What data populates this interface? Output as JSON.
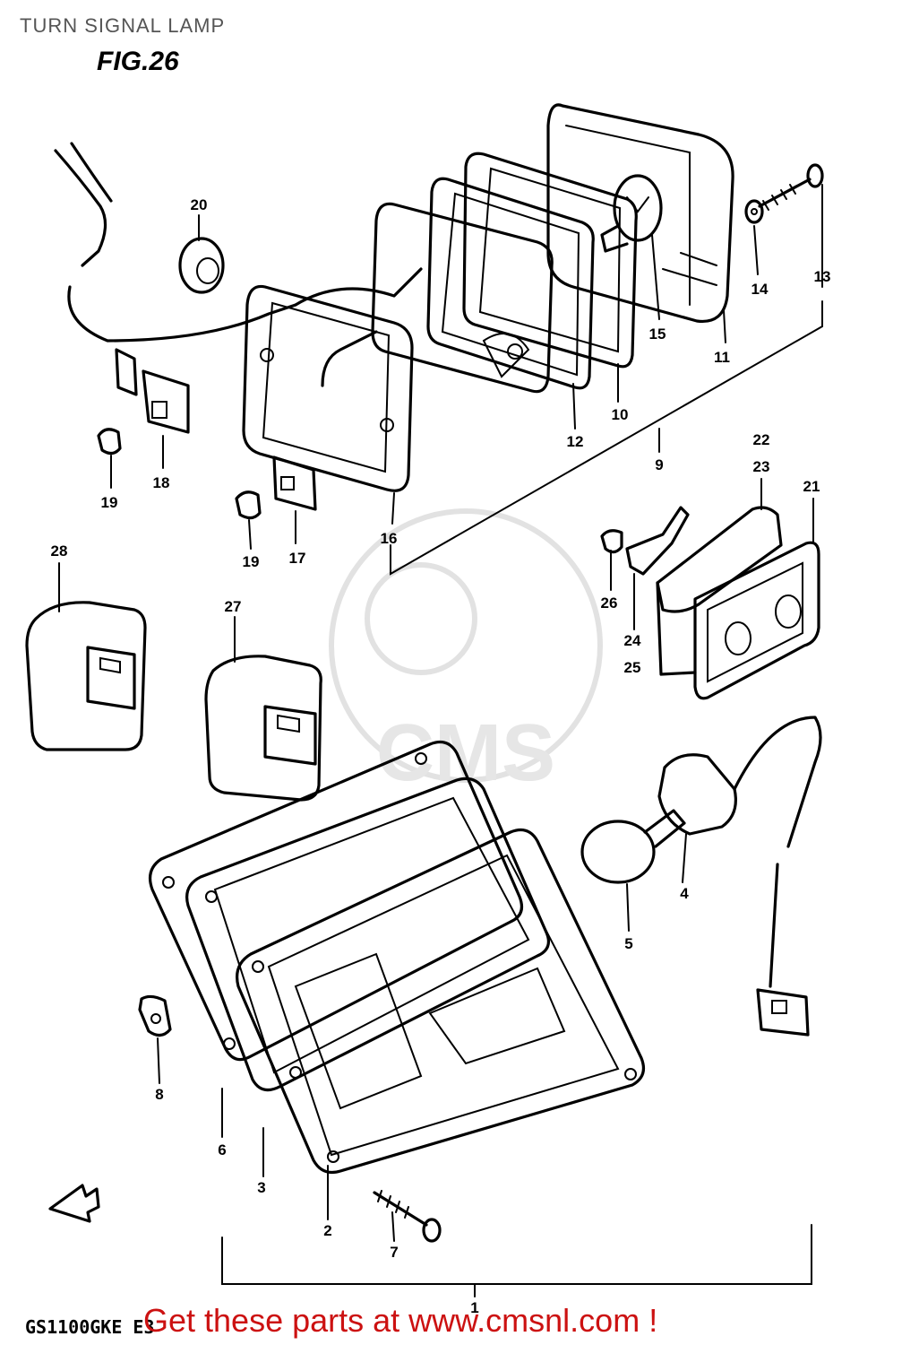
{
  "header": {
    "title": "TURN SIGNAL LAMP",
    "figure": "FIG.26"
  },
  "footer": {
    "model_code": "GS1100GKE E3",
    "promo": "Get these parts at www.cmsnl.com !"
  },
  "watermark": {
    "text": "CMS"
  },
  "callouts": {
    "c1": "1",
    "c2": "2",
    "c3": "3",
    "c4": "4",
    "c5": "5",
    "c6": "6",
    "c7": "7",
    "c8": "8",
    "c9": "9",
    "c10": "10",
    "c11": "11",
    "c12": "12",
    "c13": "13",
    "c14": "14",
    "c15": "15",
    "c16": "16",
    "c17": "17",
    "c18": "18",
    "c19a": "19",
    "c19b": "19",
    "c20": "20",
    "c21": "21",
    "c22": "22",
    "c23": "23",
    "c24": "24",
    "c25": "25",
    "c26": "26",
    "c27": "27",
    "c28": "28"
  },
  "colors": {
    "promo": "#cc1111",
    "title": "#555555",
    "ink": "#000000"
  }
}
